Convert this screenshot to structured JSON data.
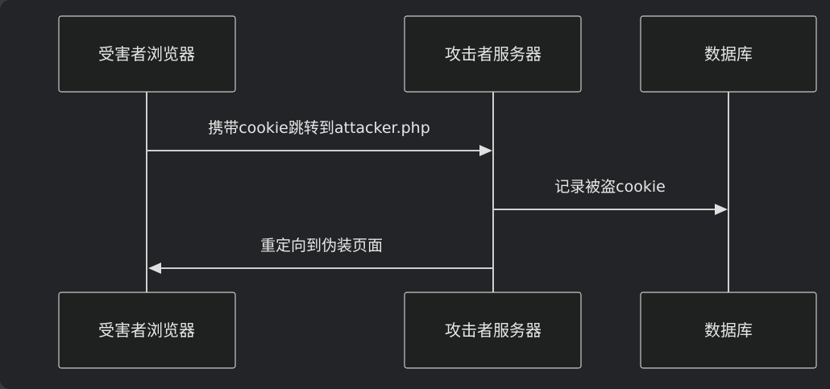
{
  "diagram": {
    "type": "sequence",
    "actors": [
      {
        "id": "victim",
        "label": "受害者浏览器"
      },
      {
        "id": "attacker",
        "label": "攻击者服务器"
      },
      {
        "id": "db",
        "label": "数据库"
      }
    ],
    "messages": [
      {
        "from": "victim",
        "to": "attacker",
        "label": "携带cookie跳转到attacker.php"
      },
      {
        "from": "attacker",
        "to": "db",
        "label": "记录被盗cookie"
      },
      {
        "from": "attacker",
        "to": "victim",
        "label": "重定向到伪装页面"
      }
    ]
  },
  "colors": {
    "background": "#232427",
    "box_fill": "#1f2020",
    "box_stroke": "#c9c9c9",
    "text": "#e6e6e6",
    "line": "#d0d0d0"
  }
}
